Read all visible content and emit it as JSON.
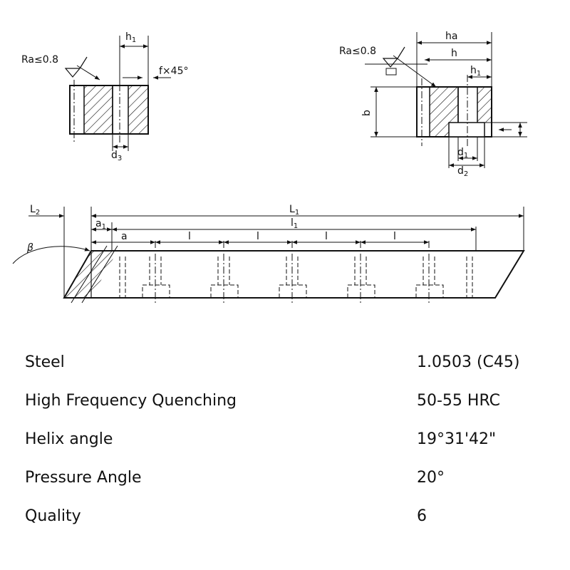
{
  "drawing": {
    "left_view": {
      "roughness": "Ra≤0.8",
      "h1": "h",
      "h1_sub": "1",
      "chamfer": "f×45°",
      "d3": "d",
      "d3_sub": "3"
    },
    "right_view": {
      "roughness": "Ra≤0.8",
      "ha": "ha",
      "h": "h",
      "h1": "h",
      "h1_sub": "1",
      "b": "b",
      "d1": "d",
      "d1_sub": "1",
      "d2": "d",
      "d2_sub": "2"
    },
    "long_view": {
      "L2": "L",
      "L2_sub": "2",
      "L1": "L",
      "L1_sub": "1",
      "l1": "l",
      "l1_sub": "1",
      "a1": "a",
      "a1_sub": "1",
      "a": "a",
      "l": [
        "l",
        "l",
        "l",
        "l"
      ],
      "beta": "β"
    }
  },
  "specs": [
    {
      "label": "Steel",
      "value": "1.0503 (C45)"
    },
    {
      "label": "High Frequency Quenching",
      "value": "50-55 HRC"
    },
    {
      "label": "Helix angle",
      "value": "19°31'42\""
    },
    {
      "label": "Pressure Angle",
      "value": "20°"
    },
    {
      "label": "Quality",
      "value": "6"
    }
  ]
}
